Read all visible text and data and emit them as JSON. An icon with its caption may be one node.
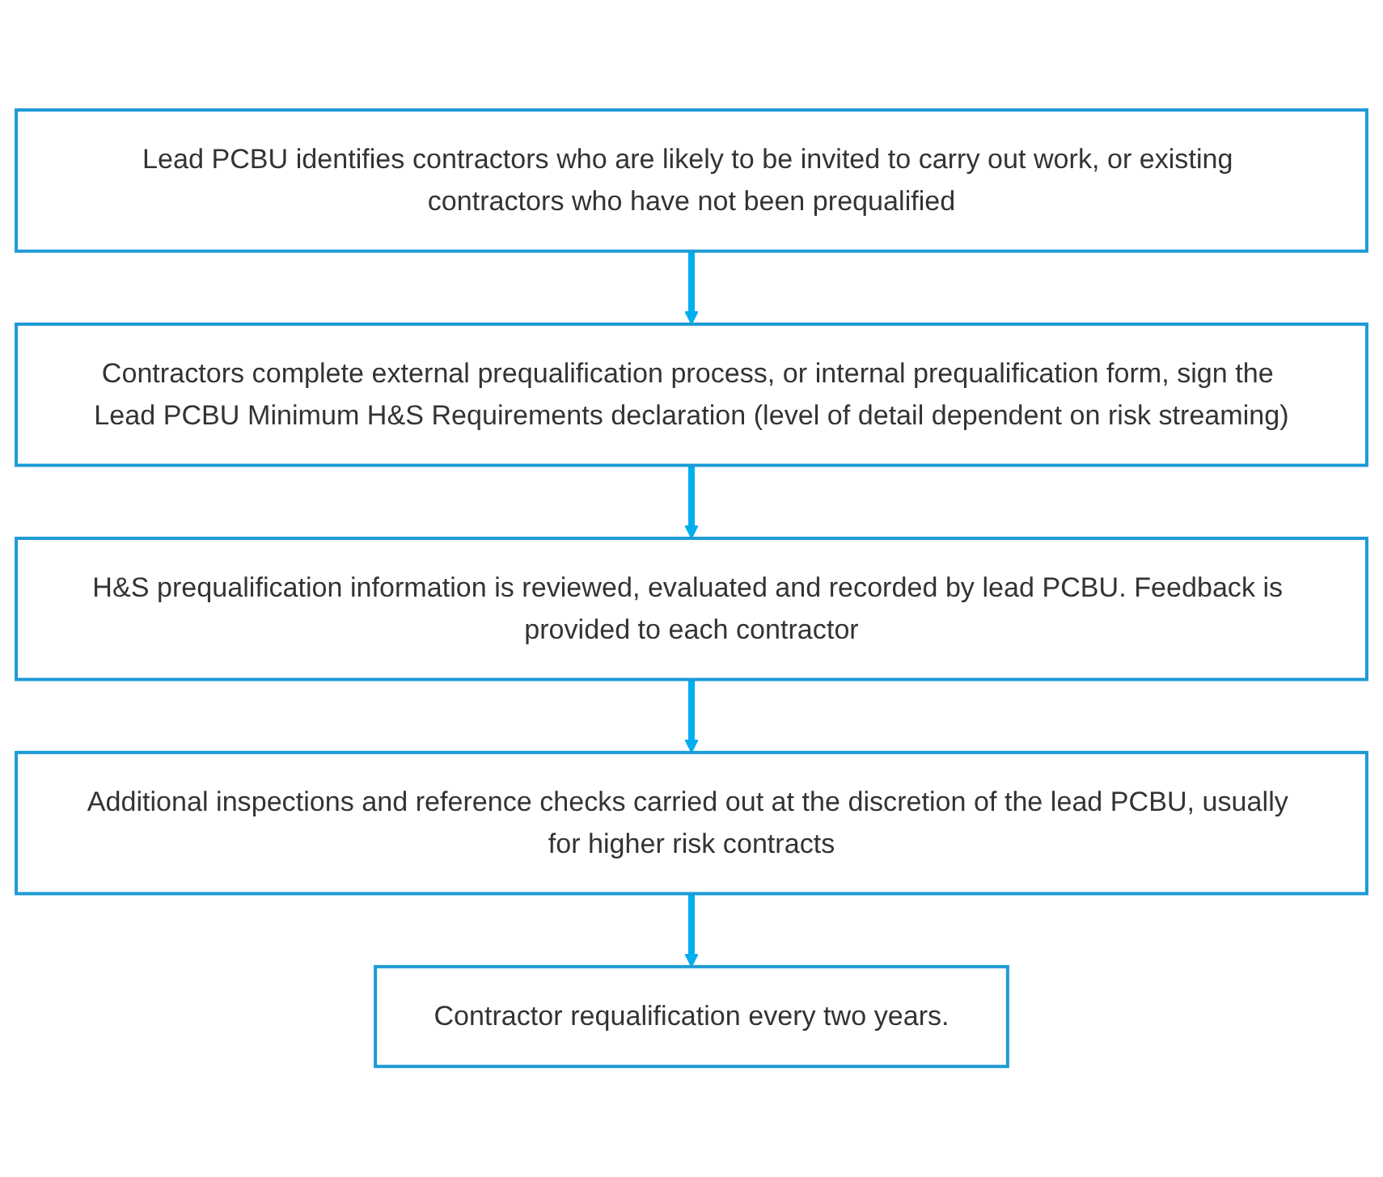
{
  "diagram": {
    "nodes": [
      {
        "text": [
          "Lead PCBU identifies contractors who are likely to be invited to carry out work, or existing contractors who have not been prequalified"
        ]
      },
      {
        "text": [
          "Contractors complete external prequalification process, or internal prequalification form, sign the Lead PCBU Minimum H&S Requirements declaration (level of detail dependent on risk streaming)"
        ]
      },
      {
        "text": [
          "H&S prequalification information is reviewed, evaluated and recorded by lead PCBU. Feedback is provided to each contractor"
        ]
      },
      {
        "text": [
          "Additional inspections and reference checks carried out at the discretion of the lead PCBU, usually for higher risk contracts"
        ]
      },
      {
        "text": [
          "Contractor requalification every two years."
        ]
      }
    ],
    "edges": [
      {
        "from": 0,
        "to": 1,
        "arrow": "to"
      },
      {
        "from": 1,
        "to": 2,
        "arrow": "to"
      },
      {
        "from": 2,
        "to": 3,
        "arrow": "to"
      },
      {
        "from": 3,
        "to": 4,
        "arrow": "to"
      }
    ]
  }
}
